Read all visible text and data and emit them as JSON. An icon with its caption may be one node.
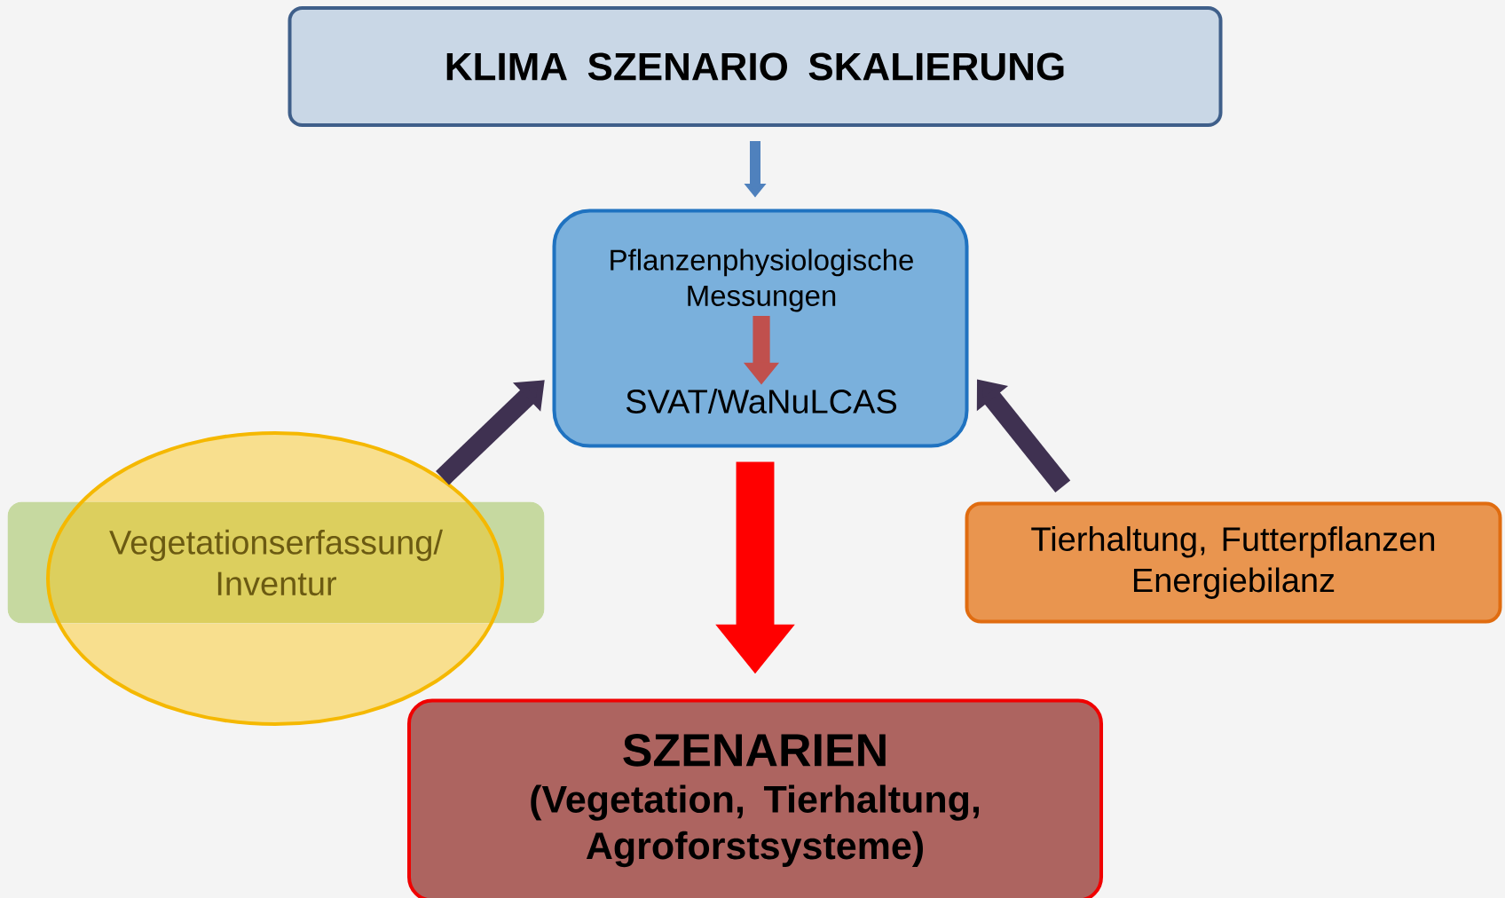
{
  "diagram": {
    "nodes": [
      {
        "text": [
          "KLIMA SZENARIO SKALIERUNG"
        ]
      },
      {
        "text": [],
        "shape": "box"
      },
      {
        "text": [
          "Pflanzenphysiologische Messungen"
        ],
        "in": 1
      },
      {
        "text": [
          "SVAT/WaNuLCAS"
        ],
        "in": 1
      },
      {
        "text": [
          "Vegetationserfassung/ Inventur"
        ]
      },
      {
        "text": [],
        "shape": "ellipse"
      },
      {
        "text": [
          "Tierhaltung, Futterpflanzen Energiebilanz"
        ]
      },
      {
        "text": [
          "SZENARIEN",
          "(Vegetation, Tierhaltung, Agroforstsysteme)"
        ]
      }
    ],
    "edges": [
      {
        "from": 0,
        "to": 1,
        "arrow": "to",
        "color": "#4f81bd"
      },
      {
        "from": 2,
        "to": 3,
        "arrow": "to",
        "color": "#c0504d"
      },
      {
        "from": 1,
        "to": 7,
        "arrow": "to",
        "style": "thick",
        "color": "#ff0000"
      },
      {
        "from": 5,
        "to": 1,
        "arrow": "to",
        "color": "#3f3151"
      },
      {
        "from": 6,
        "to": 1,
        "arrow": "to",
        "color": "#3f3151"
      }
    ]
  }
}
